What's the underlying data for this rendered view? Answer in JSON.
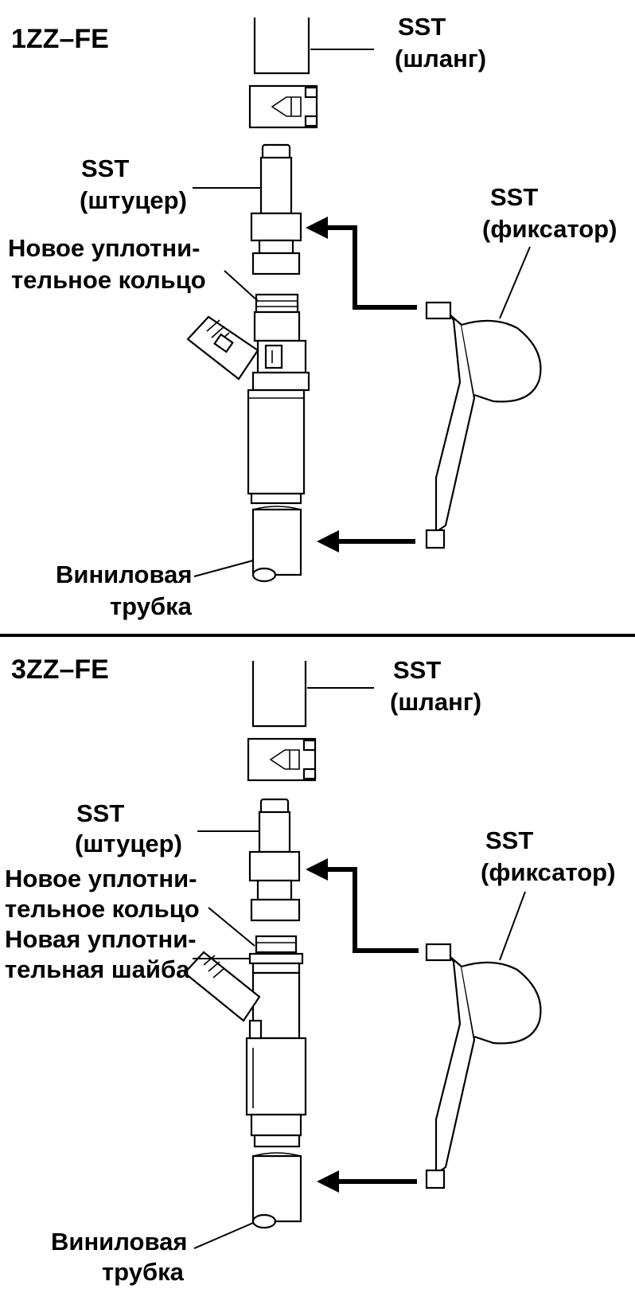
{
  "panels": [
    {
      "engine": "1ZZ–FE",
      "labels": {
        "hose_title": "SST",
        "hose_sub": "(шланг)",
        "union_title": "SST",
        "union_sub": "(штуцер)",
        "clamp_title": "SST",
        "clamp_sub": "(фиксатор)",
        "oring_1": "Новое уплотни-",
        "oring_2": "тельное кольцо",
        "vinyl_1": "Виниловая",
        "vinyl_2": "трубка"
      }
    },
    {
      "engine": "3ZZ–FE",
      "labels": {
        "hose_title": "SST",
        "hose_sub": "(шланг)",
        "union_title": "SST",
        "union_sub": "(штуцер)",
        "clamp_title": "SST",
        "clamp_sub": "(фиксатор)",
        "oring_1": "Новое уплотни-",
        "oring_2": "тельное кольцо",
        "washer_1": "Новая уплотни-",
        "washer_2": "тельная шайба",
        "vinyl_1": "Виниловая",
        "vinyl_2": "трубка"
      }
    }
  ]
}
